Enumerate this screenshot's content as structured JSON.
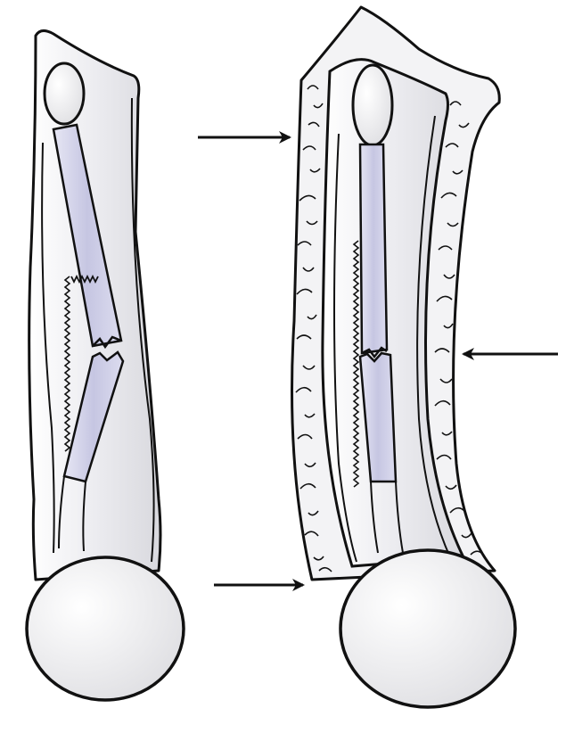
{
  "illustration": {
    "panels": [
      {
        "name": "cast-before-three-point-molding",
        "description_visible_text": ""
      },
      {
        "name": "cast-after-three-point-molding",
        "description_visible_text": ""
      }
    ],
    "arrows": [
      {
        "name": "upper-pressure-arrow",
        "direction": "right"
      },
      {
        "name": "middle-counterpressure-arrow",
        "direction": "left"
      },
      {
        "name": "lower-pressure-arrow",
        "direction": "right"
      }
    ],
    "colors": {
      "outline": "#111111",
      "limb_fill": "#e9e9ee",
      "bone_fill": "#cfcfe6",
      "padding_fill": "#f4f4f4",
      "arrow": "#111111"
    }
  }
}
